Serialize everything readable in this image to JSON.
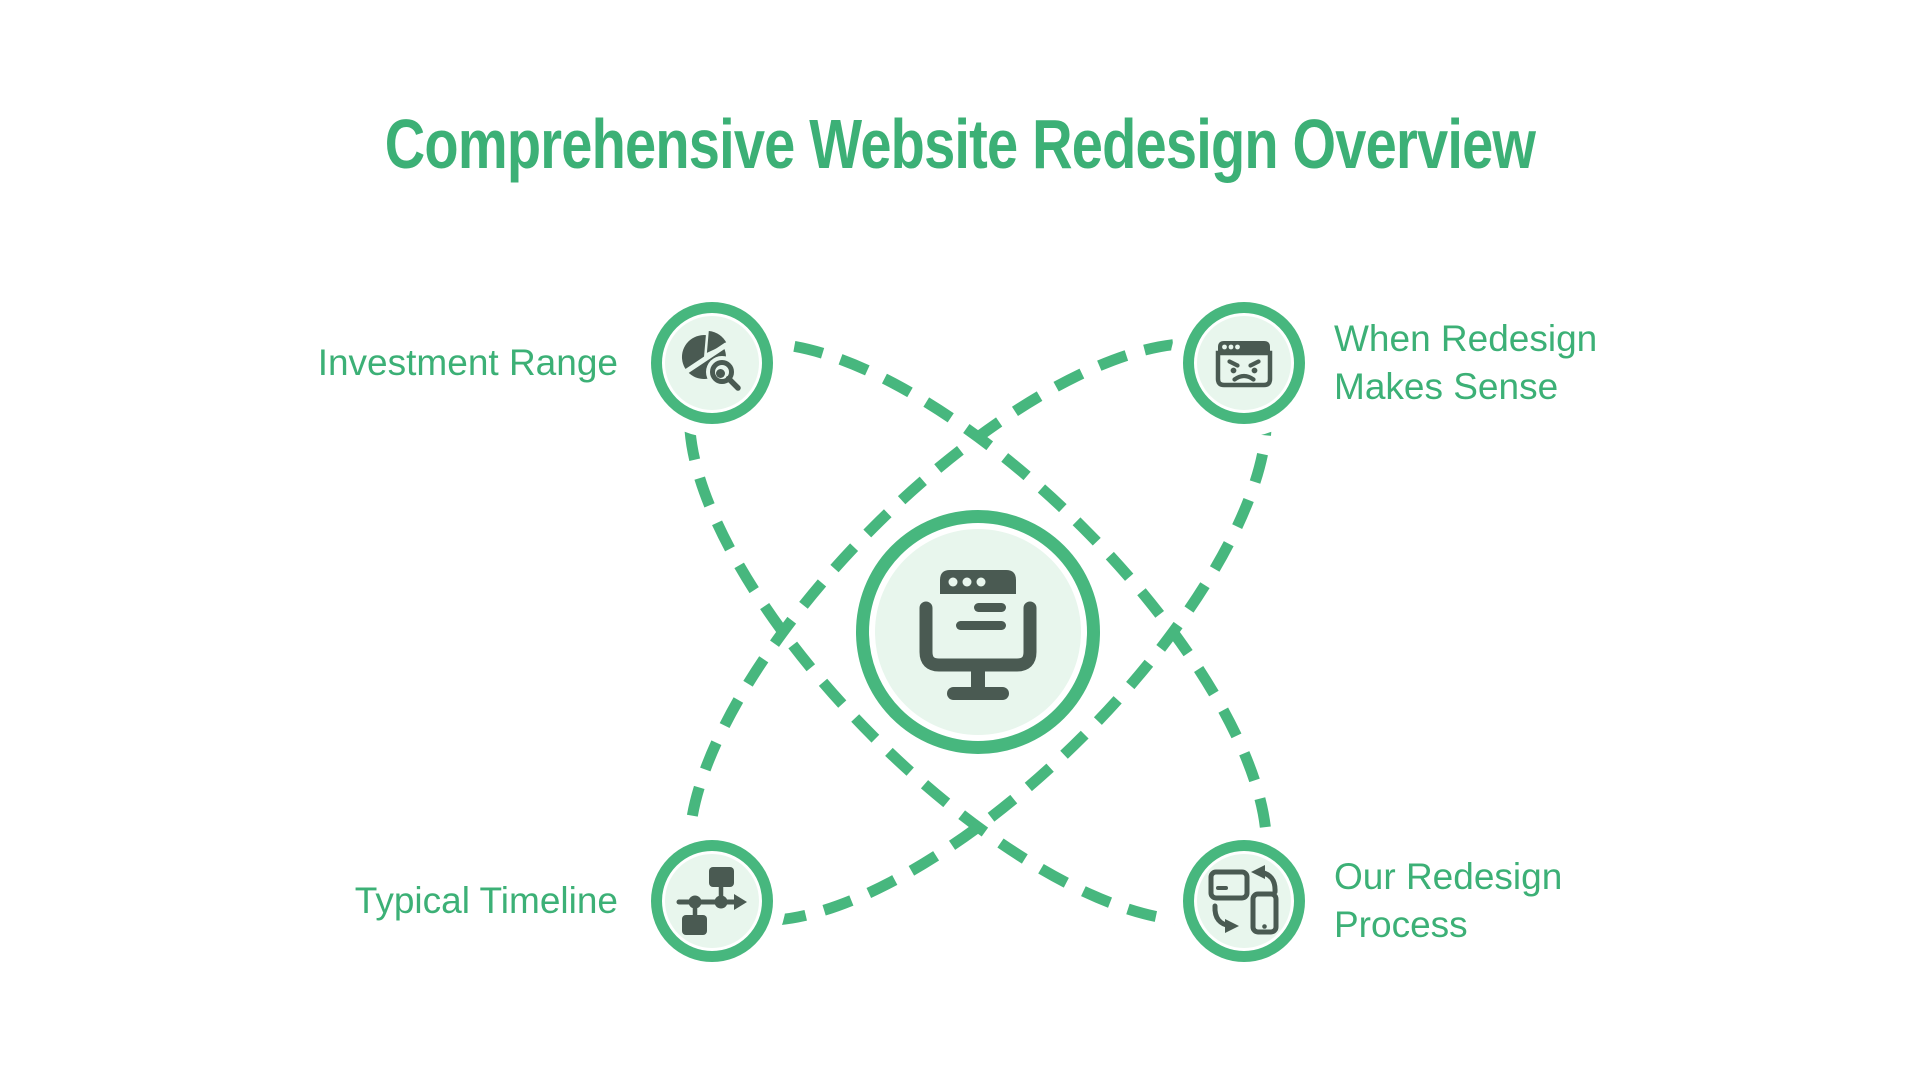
{
  "title": "Comprehensive Website Redesign Overview",
  "colors": {
    "background": "#FFFFFF",
    "title_green": "#3CB076",
    "label_green": "#3CB076",
    "shape_green": "#47B77E",
    "node_fill_mint": "#E8F6ED",
    "icon_ink": "#4A5A52",
    "node_gap_white": "#FFFFFF"
  },
  "center_node": {
    "icon": "monitor-browser-icon"
  },
  "nodes": [
    {
      "id": "investment-range",
      "label": "Investment Range",
      "icon": "pie-chart-magnifier-icon",
      "position": "top-left"
    },
    {
      "id": "when-redesign-makes-sense",
      "label": "When Redesign Makes Sense",
      "icon": "angry-browser-icon",
      "position": "top-right"
    },
    {
      "id": "typical-timeline",
      "label": "Typical Timeline",
      "icon": "flowchart-timeline-icon",
      "position": "bottom-left"
    },
    {
      "id": "our-redesign-process",
      "label": "Our Redesign Process",
      "icon": "device-sync-icon",
      "position": "bottom-right"
    }
  ]
}
